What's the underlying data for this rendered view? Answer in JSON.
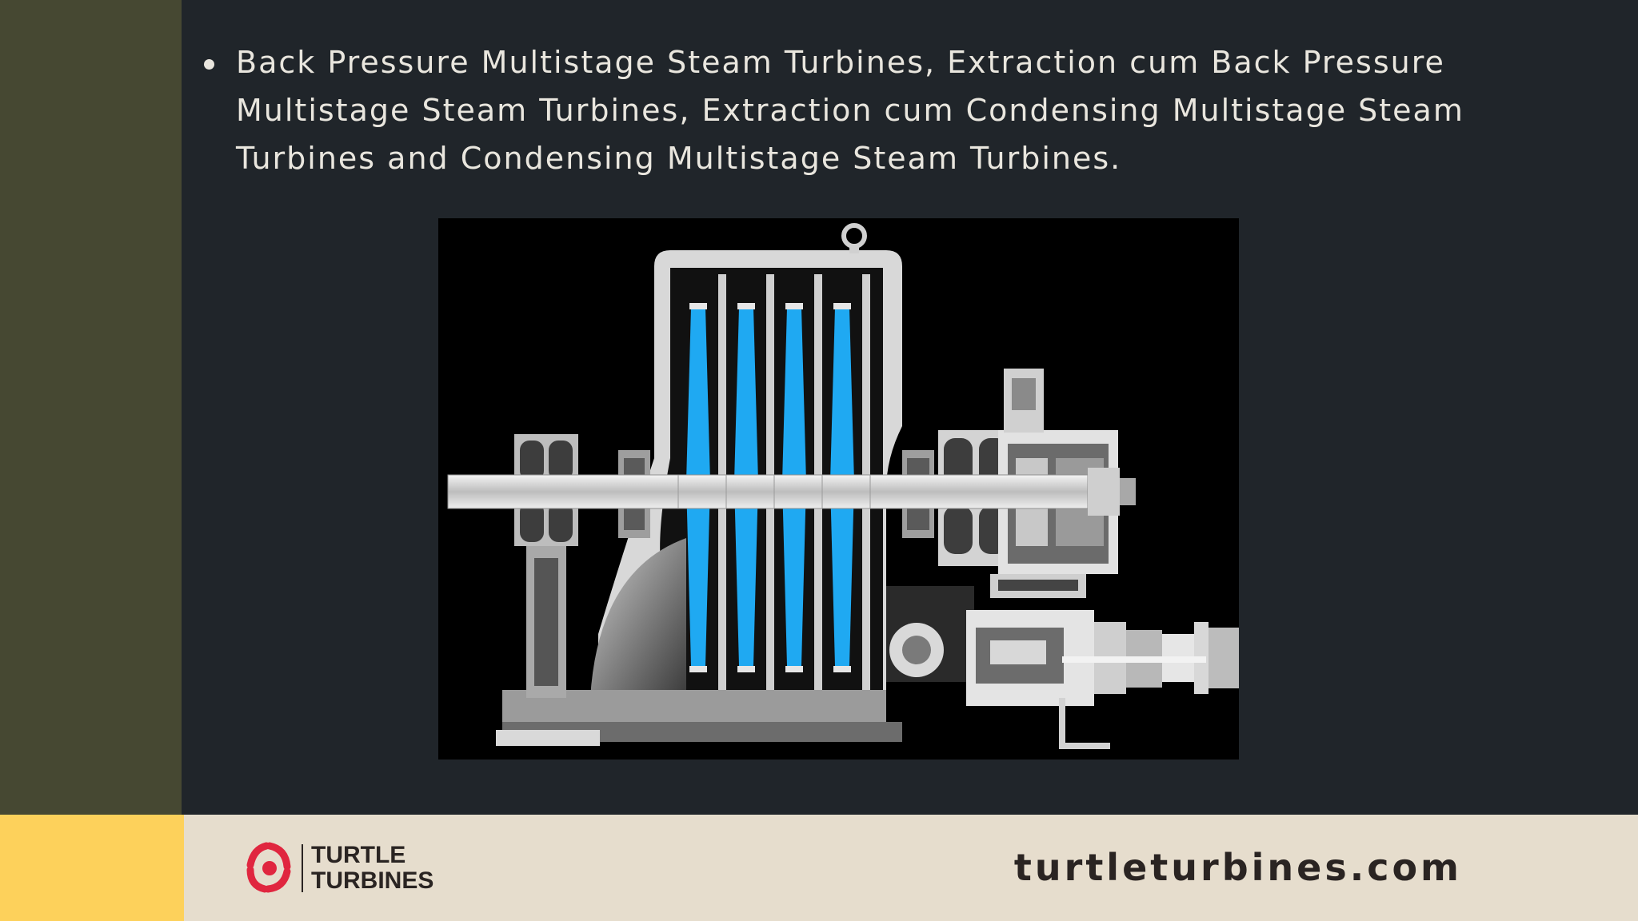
{
  "slide": {
    "bullet_text": "Back Pressure Multistage Steam Turbines, Extraction cum Back Pressure Multistage Steam Turbines, Extraction cum Condensing Multistage Steam Turbines and Condensing Multistage Steam Turbines."
  },
  "footer": {
    "logo_line1": "TURTLE",
    "logo_line2": "TURBINES",
    "website": "turtleturbines.com"
  },
  "colors": {
    "left_band": "#464832",
    "background": "#20252a",
    "footer_yellow": "#fdd15b",
    "footer_cream": "#e6ddcd",
    "logo_red": "#e0263f",
    "blade_blue": "#1fa9f2"
  }
}
